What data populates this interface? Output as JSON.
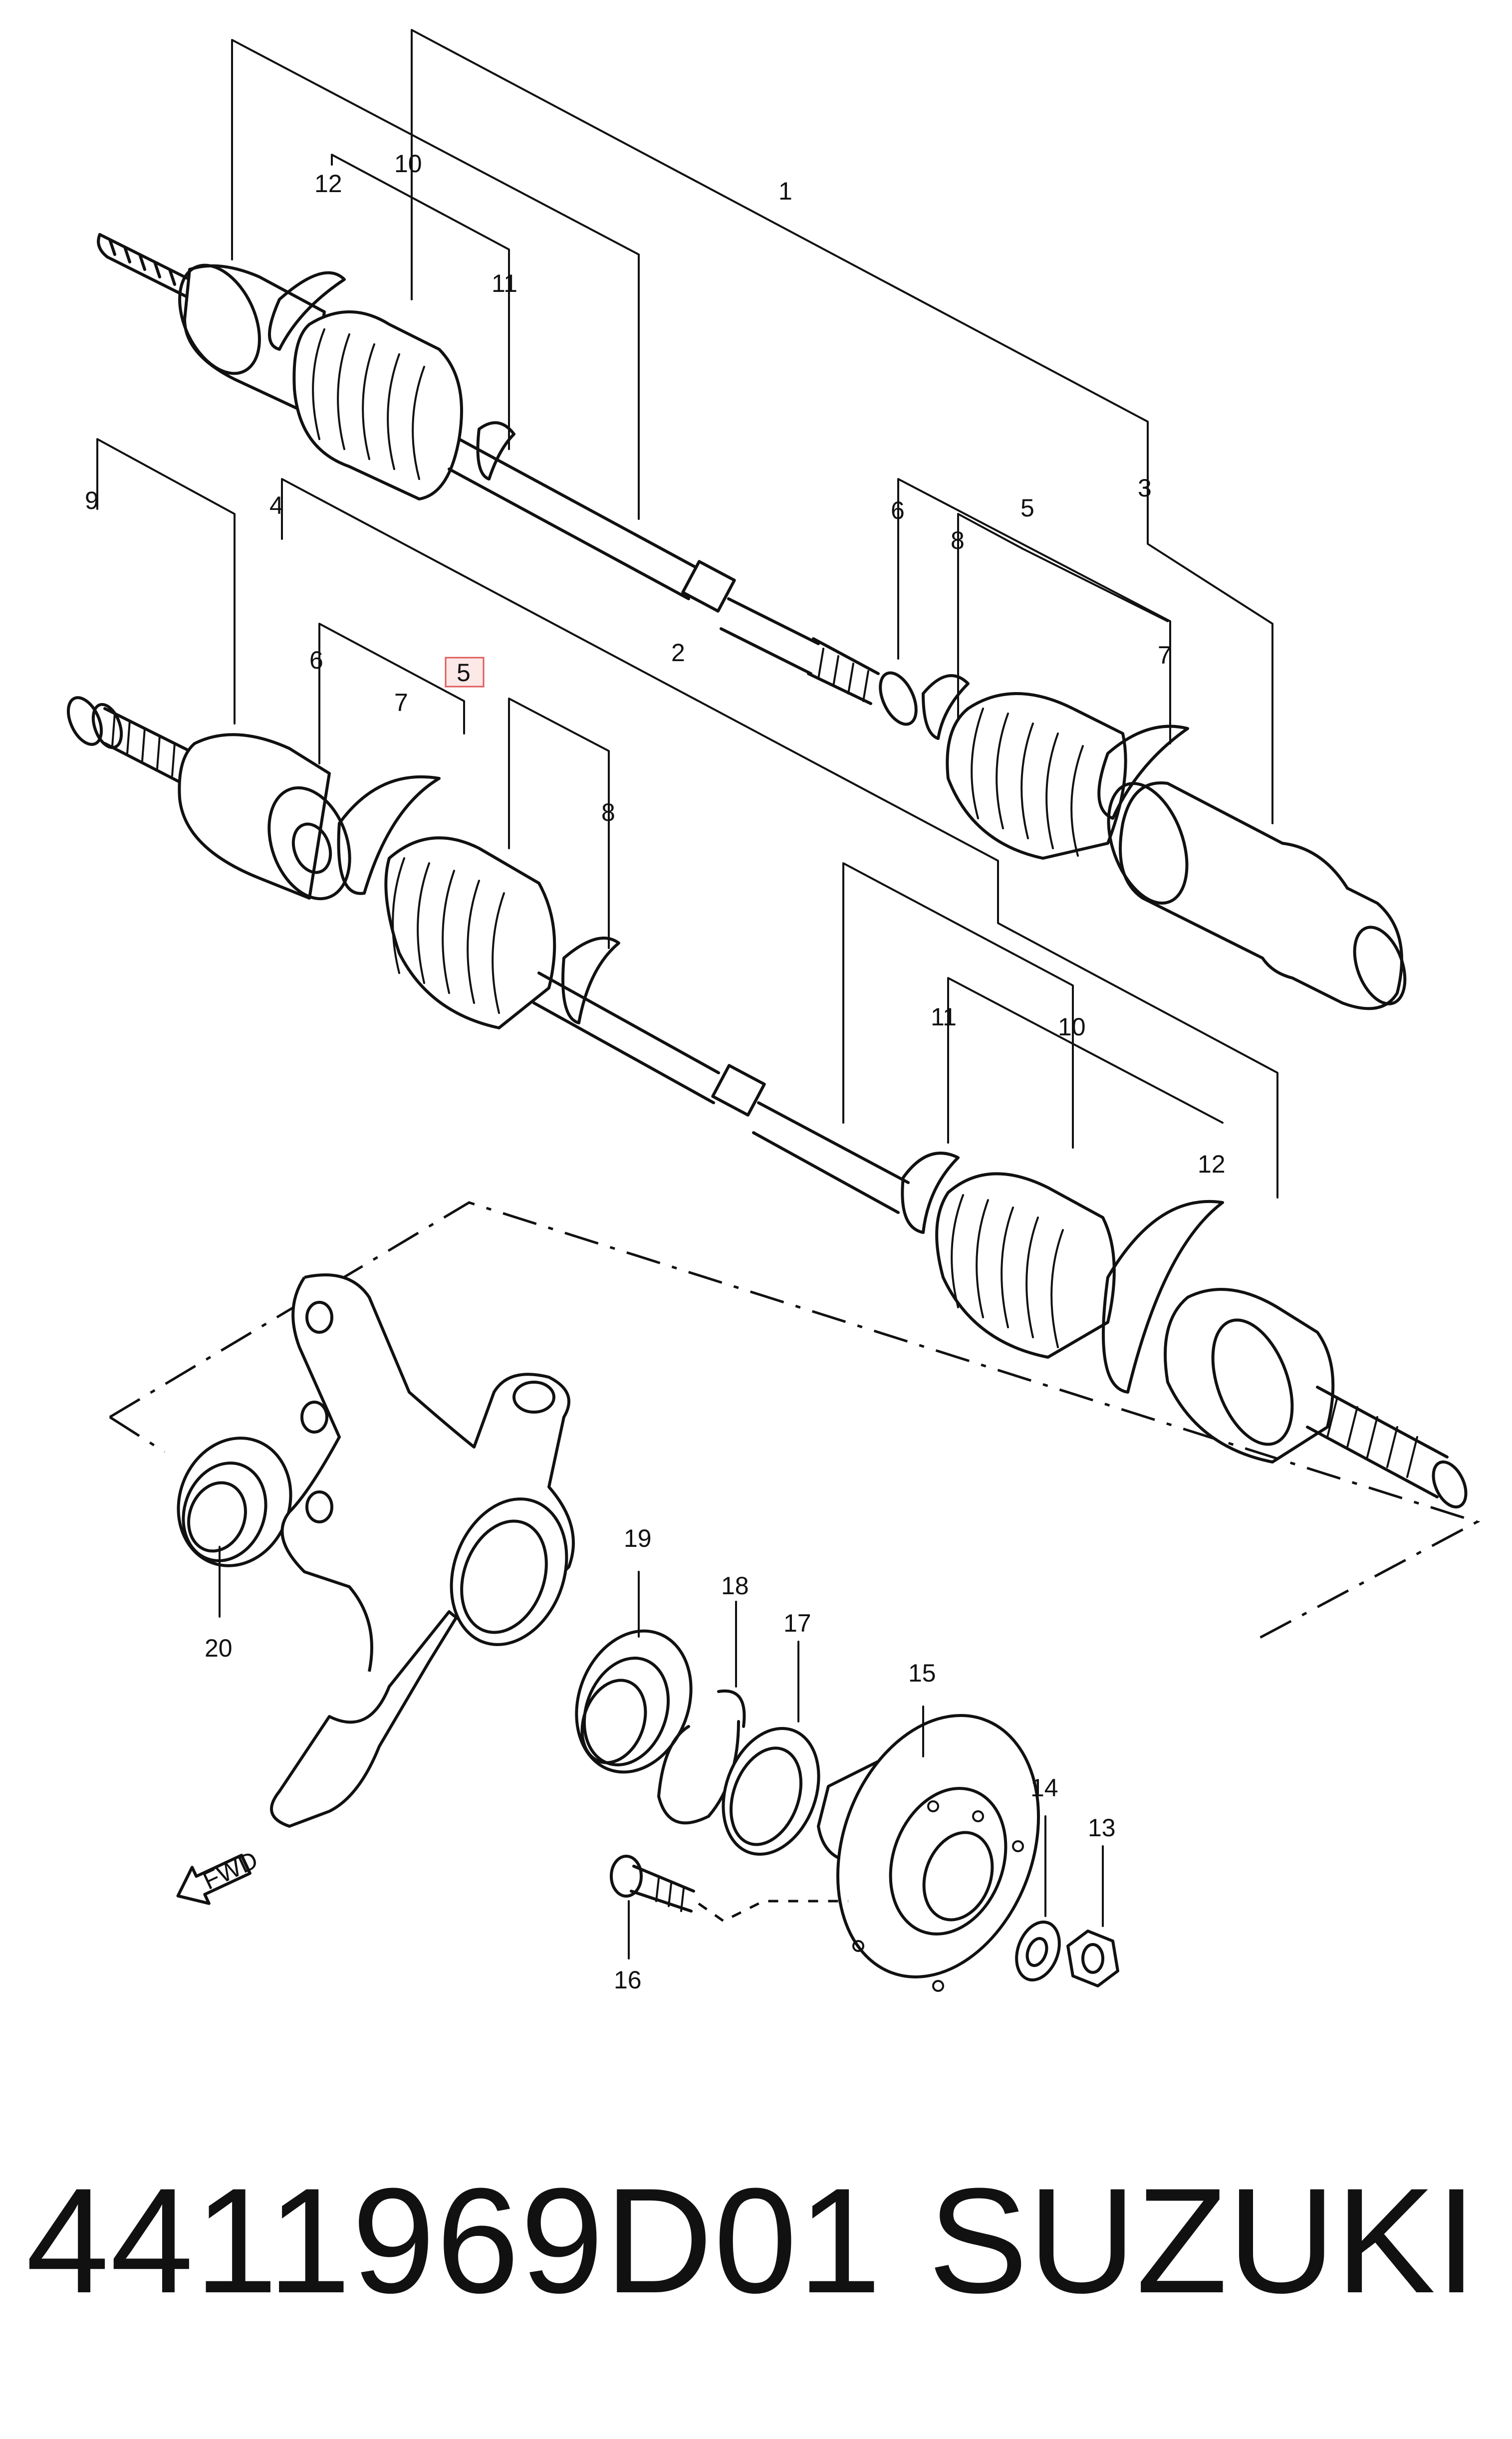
{
  "diagram": {
    "callouts": {
      "c1": "1",
      "c2": "2",
      "c3": "3",
      "c4": "4",
      "c5": "5",
      "c6a": "6",
      "c6b": "6",
      "c7a": "7",
      "c7b": "7",
      "c8a": "8",
      "c8b": "8",
      "c9": "9",
      "c10a": "10",
      "c10b": "10",
      "c11a": "11",
      "c11b": "11",
      "c12a": "12",
      "c12b": "12",
      "c13": "13",
      "c14": "14",
      "c15": "15",
      "c16": "16",
      "c17": "17",
      "c18": "18",
      "c19": "19",
      "c20": "20"
    },
    "highlight_color": "#e05a5a",
    "fwd_label": "FWD",
    "fwd_icon": "fwd-arrow-icon"
  },
  "footer": {
    "part_number": "4411969D01",
    "brand": "SUZUKI"
  }
}
